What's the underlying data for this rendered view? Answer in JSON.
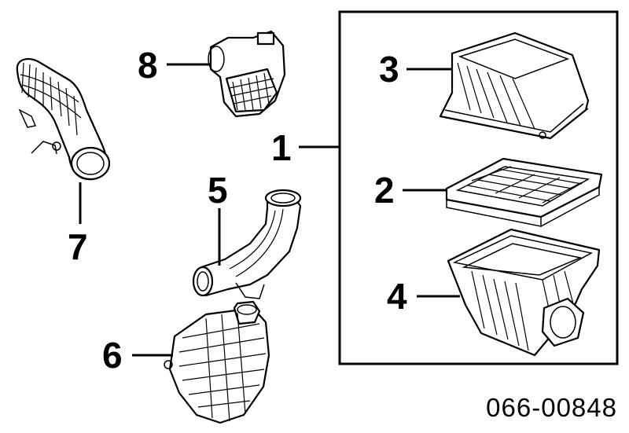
{
  "callouts": {
    "c1": "1",
    "c2": "2",
    "c3": "3",
    "c4": "4",
    "c5": "5",
    "c6": "6",
    "c7": "7",
    "c8": "8"
  },
  "part_number": "066-00848",
  "parts": [
    {
      "callout": "1",
      "icon": "air-cleaner-assembly-box"
    },
    {
      "callout": "2",
      "icon": "air-filter-element-icon"
    },
    {
      "callout": "3",
      "icon": "air-cleaner-cover-icon"
    },
    {
      "callout": "4",
      "icon": "air-cleaner-case-icon"
    },
    {
      "callout": "5",
      "icon": "intake-duct-icon"
    },
    {
      "callout": "6",
      "icon": "resonator-chamber-icon"
    },
    {
      "callout": "7",
      "icon": "intake-hose-icon"
    },
    {
      "callout": "8",
      "icon": "air-flow-meter-icon"
    }
  ],
  "colors": {
    "ink": "#000000",
    "paper": "#ffffff"
  }
}
